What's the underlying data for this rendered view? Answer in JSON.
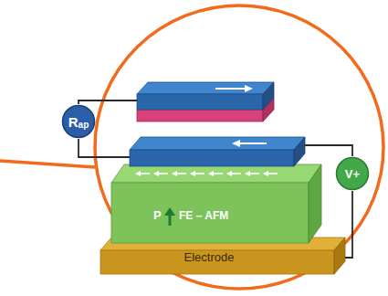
{
  "diagram": {
    "nodes": [
      {
        "text": [
          "R",
          "ap"
        ]
      },
      {
        "text": [
          "V+"
        ]
      },
      {
        "text": [
          "P",
          "FE – AFM"
        ]
      },
      {
        "text": [
          "Electrode"
        ]
      }
    ],
    "edges": [
      {
        "from": 1,
        "to": 3,
        "arrow": "none"
      }
    ]
  }
}
